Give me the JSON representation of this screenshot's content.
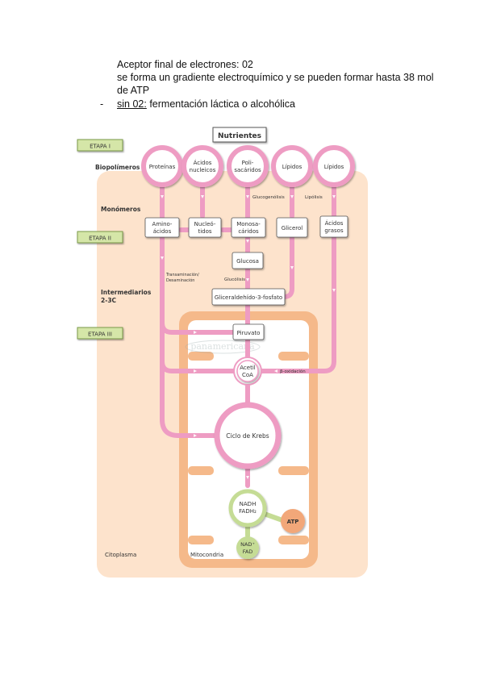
{
  "document": {
    "lines": [
      "Aceptor final de electrones: 02",
      "se forma un gradiente electroquímico y  se pueden formar hasta 38 mol",
      "de ATP"
    ],
    "bullet": {
      "dash": "-",
      "underlined": "sin 02:",
      "rest": " fermentación láctica o alcohólica"
    }
  },
  "diagram": {
    "title": "Nutrientes",
    "stages": [
      "ETAPA I",
      "ETAPA II",
      "ETAPA III"
    ],
    "levels": {
      "biopolymers": "Biopolímeros",
      "monomers": "Monómeros",
      "intermediates_1": "Intermediarios",
      "intermediates_2": "2-3C"
    },
    "biopolymers": [
      {
        "l1": "Proteínas",
        "l2": ""
      },
      {
        "l1": "Ácidos",
        "l2": "nucleicos"
      },
      {
        "l1": "Poli-",
        "l2": "sacáridos"
      },
      {
        "l1": "Lípidos",
        "l2": ""
      },
      {
        "l1": "Lípidos",
        "l2": ""
      }
    ],
    "monomers": [
      {
        "l1": "Amino-",
        "l2": "ácidos"
      },
      {
        "l1": "Nucleó-",
        "l2": "tidos"
      },
      {
        "l1": "Monosa-",
        "l2": "cáridos"
      },
      {
        "l1": "Glicerol",
        "l2": ""
      },
      {
        "l1": "Ácidos",
        "l2": "grasos"
      }
    ],
    "processes": {
      "glucogenolisis": "Glucogenólisis",
      "lipolisis": "Lipólisis",
      "transamination_1": "Transaminación/",
      "transamination_2": "Desaminación",
      "glycolysis": "Glucólisis",
      "beta_oxidation": "β-oxidación"
    },
    "nodes": {
      "glucose": "Glucosa",
      "g3p": "Gliceraldehído-3-fosfato",
      "pyruvate": "Piruvato",
      "acetyl_1": "Acetil",
      "acetyl_2": "CoA",
      "krebs": "Ciclo de Krebs",
      "nadh_1": "NADH",
      "nadh_2": "FADH₂",
      "nad_1": "NAD⁺",
      "nad_2": "FAD",
      "atp": "ATP"
    },
    "compartments": {
      "cytoplasm": "Citoplasma",
      "mitochondria": "Mitocondria"
    },
    "watermark": "panamericana",
    "colors": {
      "pink": "#ee9cc3",
      "peach": "#fde3cc",
      "orange": "#f5b98a",
      "green": "#c5dc95",
      "stage_fill": "#d5e6a8",
      "atp": "#f2a779"
    }
  }
}
